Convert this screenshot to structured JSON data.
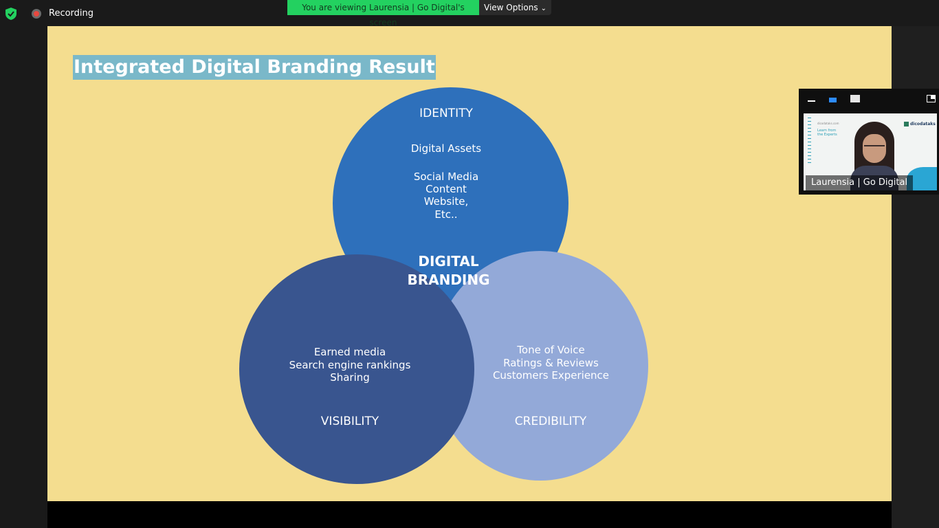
{
  "topbar": {
    "recording_label": "Recording",
    "viewing_banner": "You are viewing Laurensia | Go Digital's screen",
    "view_options_label": "View Options",
    "accent_green": "#23d160",
    "recording_red": "#e8483f"
  },
  "slide": {
    "title": "Integrated Digital Branding Result",
    "background": "#f4dd8f",
    "identity": {
      "heading": "IDENTITY",
      "lines": [
        "Digital Assets",
        "Social Media",
        "Content",
        "Website,",
        "Etc.."
      ],
      "color": "#2e70bb"
    },
    "center_label": [
      "DIGITAL",
      "BRANDING"
    ],
    "visibility": {
      "heading": "VISIBILITY",
      "lines": [
        "Earned media",
        "Search engine rankings",
        "Sharing"
      ],
      "color": "#39558f"
    },
    "credibility": {
      "heading": "CREDIBILITY",
      "lines": [
        "Tone of Voice",
        "Ratings & Reviews",
        "Customers Experience"
      ],
      "color": "#93a9d8"
    }
  },
  "camera": {
    "participant_name": "Laurensia | Go Digital",
    "background_site": "dicodataks.com",
    "background_text": [
      "Learn from",
      "the Experts"
    ],
    "background_logo": "dicodataks"
  }
}
